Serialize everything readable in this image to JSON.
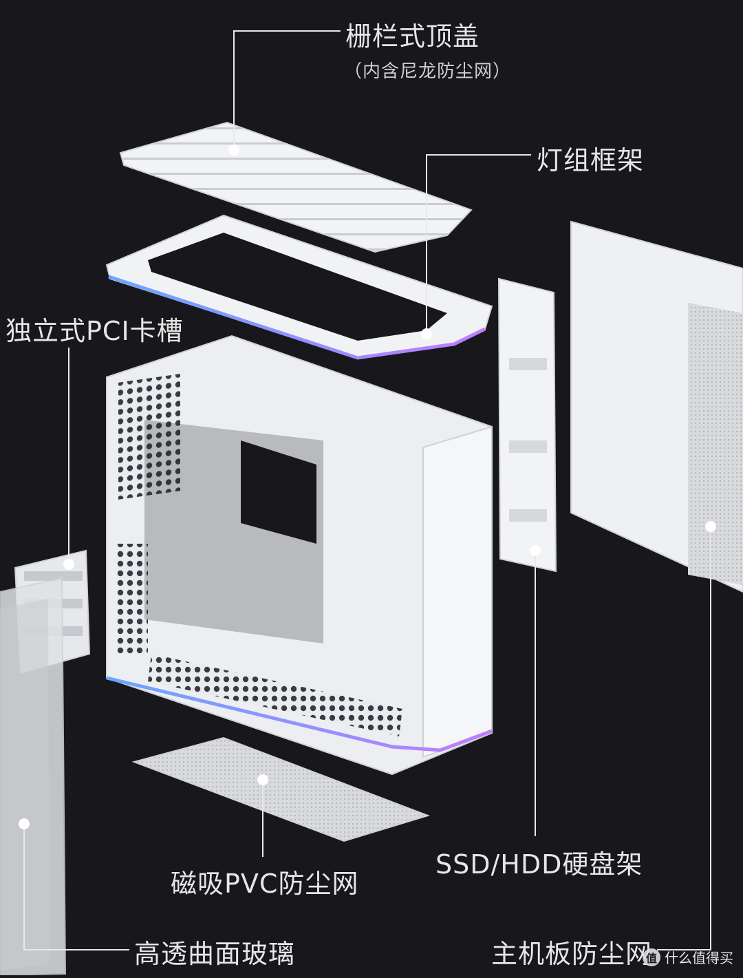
{
  "labels": {
    "top_cover": "栅栏式顶盖",
    "top_cover_note": "（内含尼龙防尘网）",
    "light_frame": "灯组框架",
    "pci_slot": "独立式PCI卡槽",
    "drive_cage": "SSD/HDD硬盘架",
    "magnetic_filter": "磁吸PVC防尘网",
    "curved_glass": "高透曲面玻璃",
    "motherboard_filter": "主机板防尘网"
  },
  "watermark": {
    "icon": "值",
    "text": "什么值得买"
  },
  "colors": {
    "background": "#17171c",
    "panel": "#eef0f3",
    "rgb_blue": "#6aa6ff",
    "rgb_purple": "#c27cff"
  }
}
